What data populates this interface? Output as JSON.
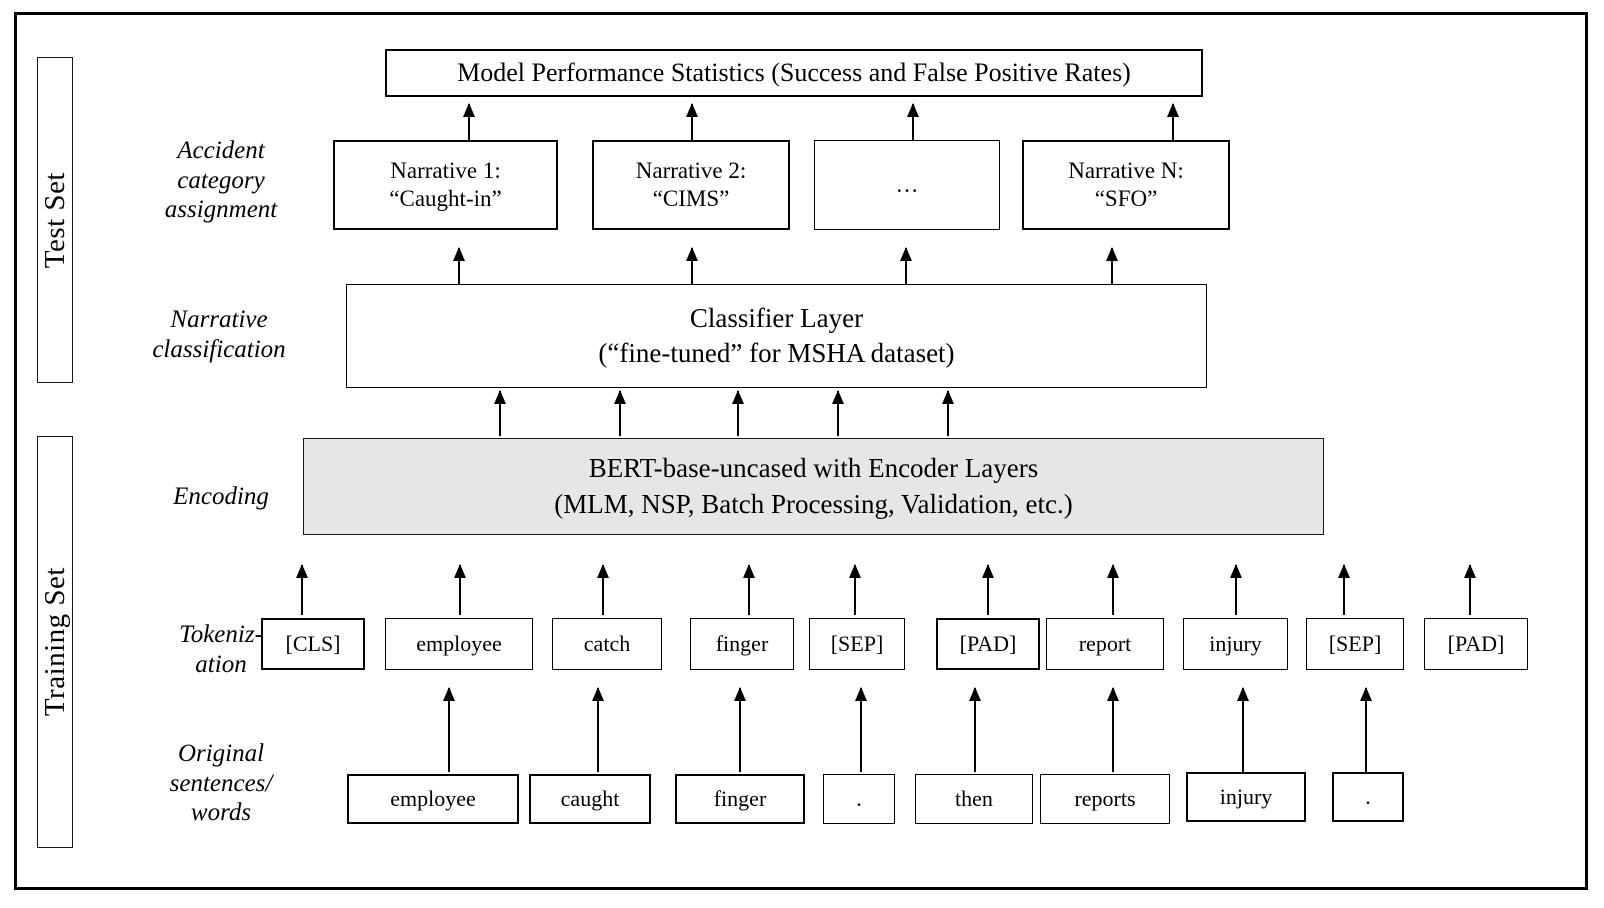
{
  "figure": {
    "title_box": "Model Performance Statistics (Success and False Positive Rates)",
    "sets": [
      {
        "label": "Test Set"
      },
      {
        "label": "Training Set"
      }
    ],
    "stage_labels": [
      {
        "text": "Accident\ncategory\nassignment"
      },
      {
        "text": "Narrative\nclassification"
      },
      {
        "text": "Encoding"
      },
      {
        "text": "Tokeniz-\nation"
      },
      {
        "text": "Original\nsentences/\nwords"
      }
    ],
    "narratives": [
      {
        "text": "Narrative 1:\n“Caught-in”"
      },
      {
        "text": "Narrative 2:\n“CIMS”"
      },
      {
        "text": "…"
      },
      {
        "text": "Narrative N:\n“SFO”"
      }
    ],
    "classifier": "Classifier Layer\n(“fine-tuned” for MSHA dataset)",
    "encoder": "BERT-base-uncased with Encoder Layers\n(MLM, NSP, Batch Processing, Validation, etc.)",
    "tokens": [
      {
        "text": "[CLS]"
      },
      {
        "text": "employee"
      },
      {
        "text": "catch"
      },
      {
        "text": "finger"
      },
      {
        "text": "[SEP]"
      },
      {
        "text": "[PAD]"
      },
      {
        "text": "report"
      },
      {
        "text": "injury"
      },
      {
        "text": "[SEP]"
      },
      {
        "text": "[PAD]"
      }
    ],
    "words": [
      {
        "text": "employee"
      },
      {
        "text": "caught"
      },
      {
        "text": "finger"
      },
      {
        "text": "."
      },
      {
        "text": "then"
      },
      {
        "text": "reports"
      },
      {
        "text": "injury"
      },
      {
        "text": "."
      }
    ],
    "colors": {
      "stroke": "#000000",
      "encoder_fill": "#e6e6e6",
      "background": "#ffffff"
    }
  }
}
